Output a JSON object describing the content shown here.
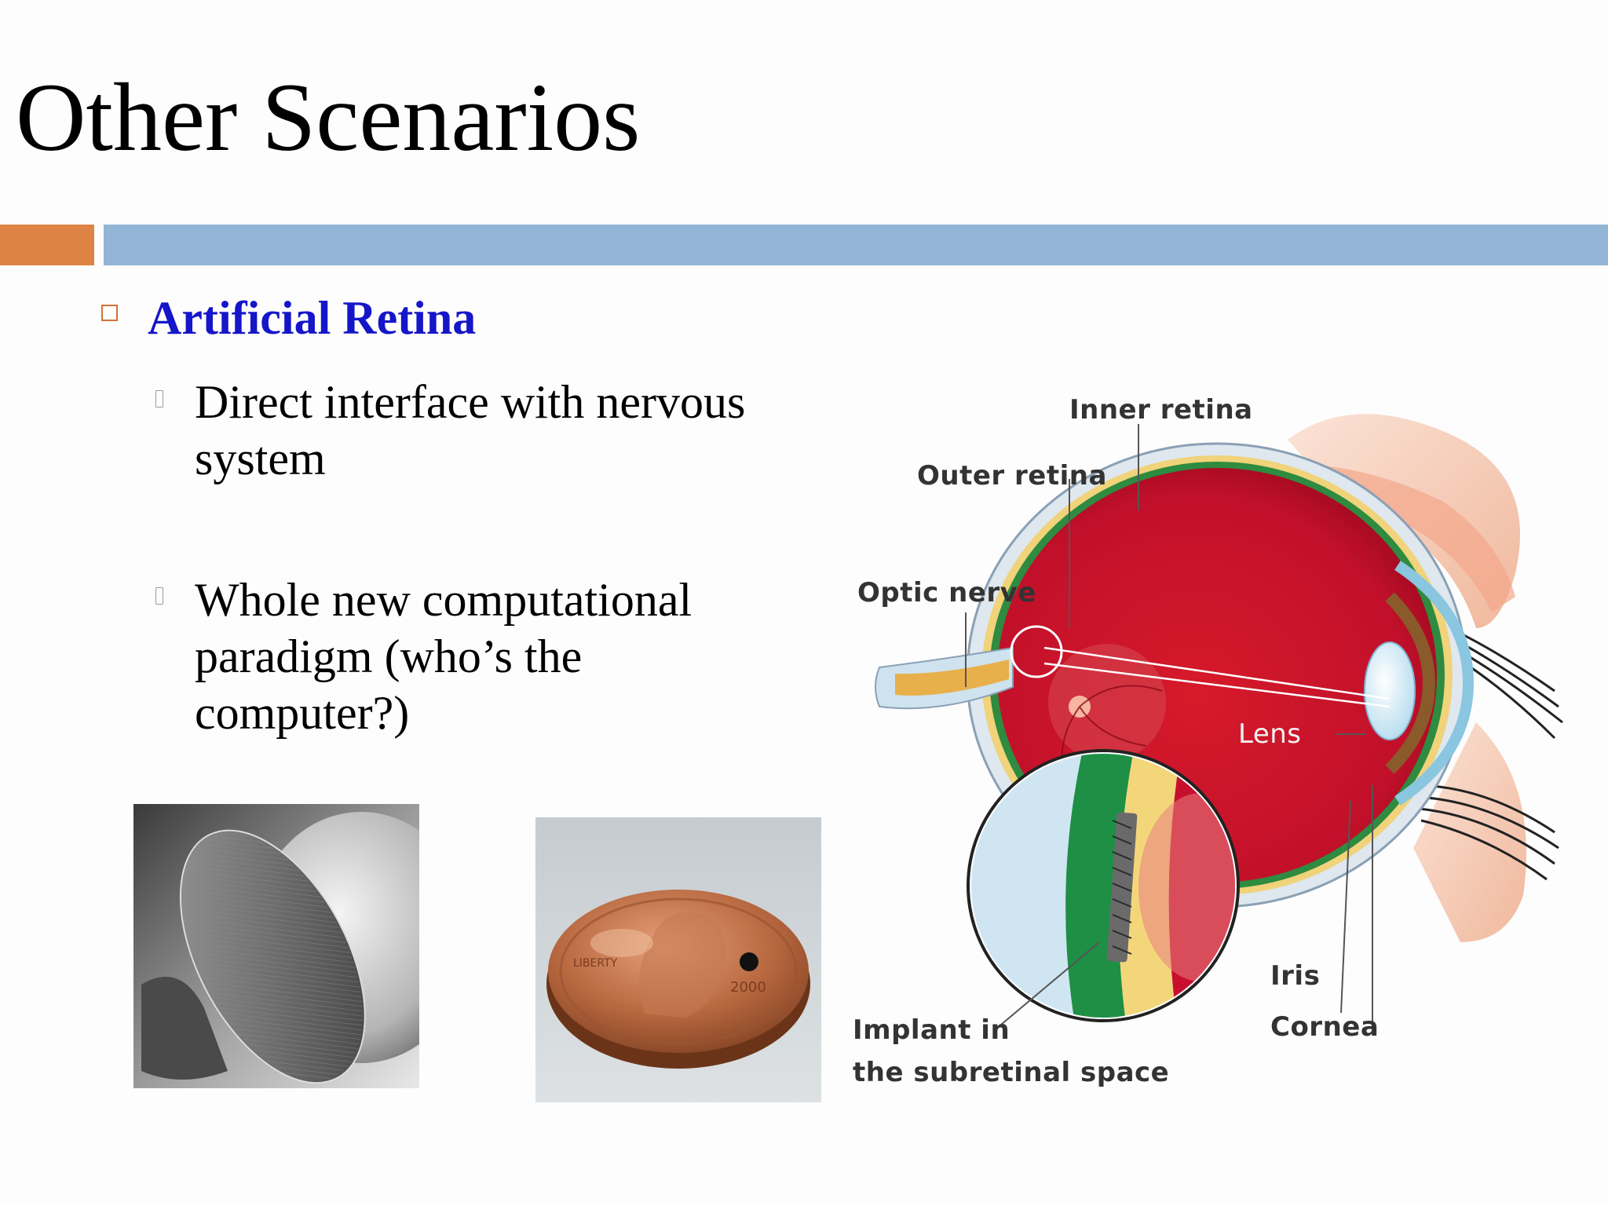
{
  "slide": {
    "title": "Other Scenarios",
    "bullet": {
      "label": "Artificial Retina"
    },
    "sub_bullets": [
      {
        "lines": [
          "Direct interface with nervous",
          "system"
        ]
      },
      {
        "lines": [
          "Whole new computational",
          "paradigm (who’s the",
          "computer?)"
        ]
      }
    ]
  },
  "photos": {
    "coin_text_1": "LIBERTY",
    "coin_text_2": "2000"
  },
  "diagram": {
    "labels": {
      "inner_retina": "Inner retina",
      "outer_retina": "Outer retina",
      "optic_nerve": "Optic nerve",
      "lens": "Lens",
      "iris": "Iris",
      "cornea": "Cornea",
      "implant_line1": "Implant in",
      "implant_line2": "the subretinal space"
    }
  },
  "colors": {
    "title": "#000000",
    "bullet_text": "#1515c9",
    "accent_orange": "#de8344",
    "accent_blue": "#92b5d5",
    "eye_red": "#c8102e"
  }
}
